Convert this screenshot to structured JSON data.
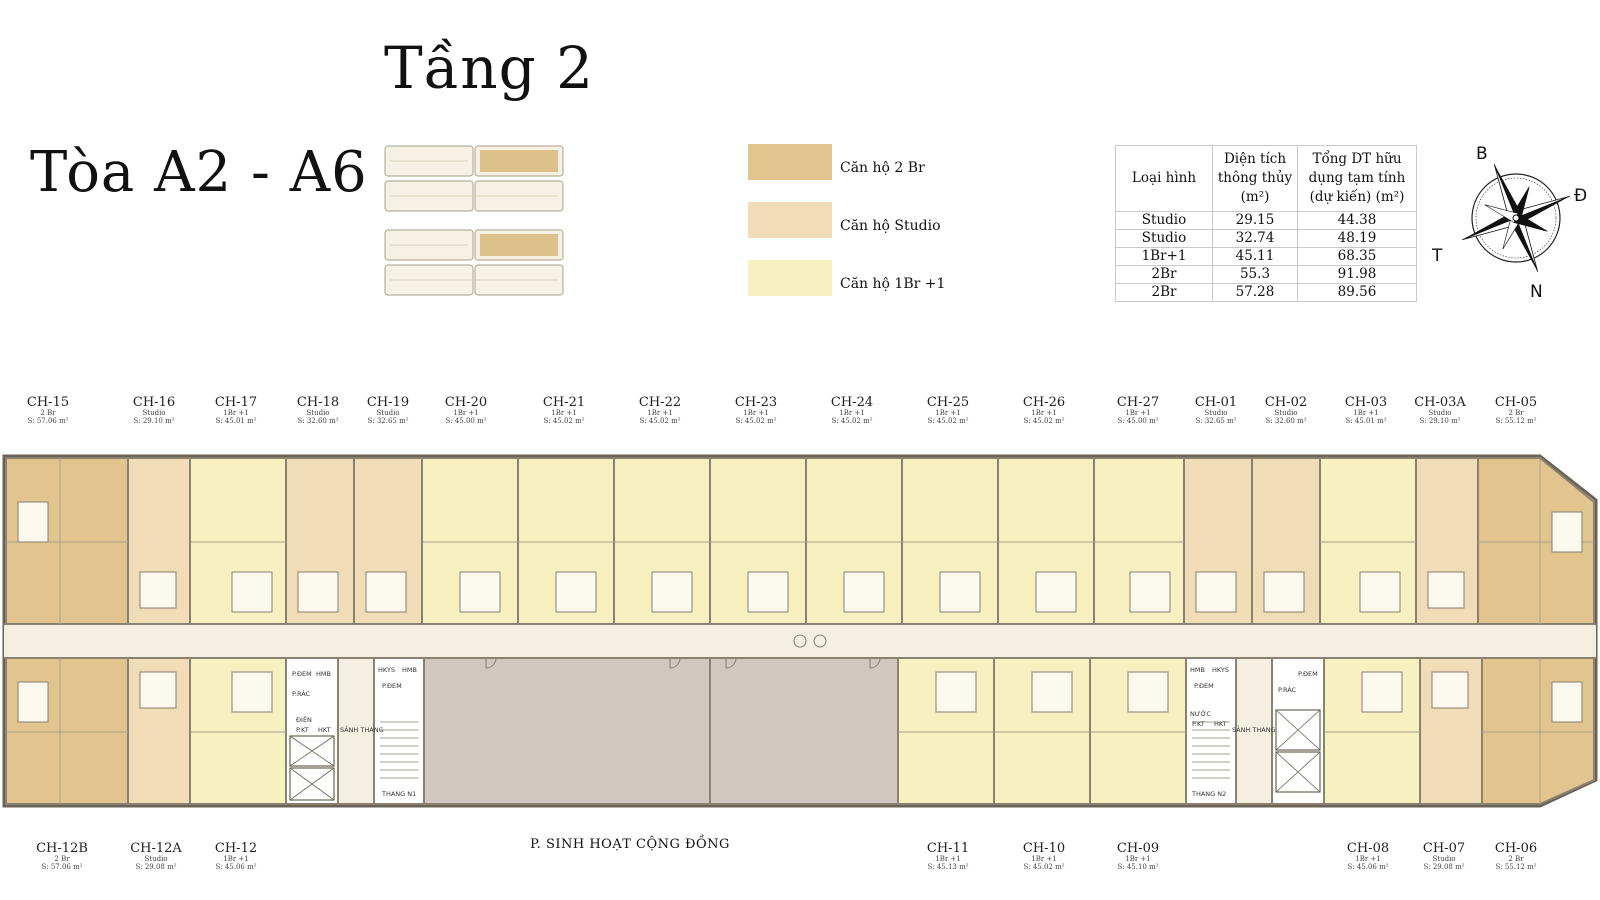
{
  "floor_title": "Tầng 2",
  "tower_title": "Tòa A2 - A6",
  "colors": {
    "br2": "#e2c48e",
    "studio": "#f0dcb6",
    "br1": "#f7f0c0",
    "corridor": "#f4efe0",
    "community": "#d2c8c2",
    "wall": "#6b6356"
  },
  "legend": [
    {
      "label": "Căn hộ 2 Br",
      "color": "#e2c48e"
    },
    {
      "label": "Căn hộ Studio",
      "color": "#f0dcb6"
    },
    {
      "label": "Căn hộ 1Br +1",
      "color": "#f7f0c0"
    }
  ],
  "area_table": {
    "headers": [
      "Loại hình",
      "Diện tích thông thủy (m²)",
      "Tổng DT hữu dụng tạm tính (dự kiến) (m²)"
    ],
    "rows": [
      [
        "Studio",
        "29.15",
        "44.38"
      ],
      [
        "Studio",
        "32.74",
        "48.19"
      ],
      [
        "1Br+1",
        "45.11",
        "68.35"
      ],
      [
        "2Br",
        "55.3",
        "91.98"
      ],
      [
        "2Br",
        "57.28",
        "89.56"
      ]
    ]
  },
  "compass": {
    "north": "B",
    "east": "Đ",
    "west": "T",
    "south": "N"
  },
  "top_units": [
    {
      "code": "CH-15",
      "type": "2 Br",
      "area": "S: 57.06 m²"
    },
    {
      "code": "CH-16",
      "type": "Studio",
      "area": "S: 29.10 m²"
    },
    {
      "code": "CH-17",
      "type": "1Br +1",
      "area": "S: 45.01 m²"
    },
    {
      "code": "CH-18",
      "type": "Studio",
      "area": "S: 32.60 m²"
    },
    {
      "code": "CH-19",
      "type": "Studio",
      "area": "S: 32.65 m²"
    },
    {
      "code": "CH-20",
      "type": "1Br +1",
      "area": "S: 45.00 m²"
    },
    {
      "code": "CH-21",
      "type": "1Br +1",
      "area": "S: 45.02 m²"
    },
    {
      "code": "CH-22",
      "type": "1Br +1",
      "area": "S: 45.02 m²"
    },
    {
      "code": "CH-23",
      "type": "1Br +1",
      "area": "S: 45.02 m²"
    },
    {
      "code": "CH-24",
      "type": "1Br +1",
      "area": "S: 45.02 m²"
    },
    {
      "code": "CH-25",
      "type": "1Br +1",
      "area": "S: 45.02 m²"
    },
    {
      "code": "CH-26",
      "type": "1Br +1",
      "area": "S: 45.02 m²"
    },
    {
      "code": "CH-27",
      "type": "1Br +1",
      "area": "S: 45.00 m²"
    },
    {
      "code": "CH-01",
      "type": "Studio",
      "area": "S: 32.65 m²"
    },
    {
      "code": "CH-02",
      "type": "Studio",
      "area": "S: 32.60 m²"
    },
    {
      "code": "CH-03",
      "type": "1Br +1",
      "area": "S: 45.01 m²"
    },
    {
      "code": "CH-03A",
      "type": "Studio",
      "area": "S: 29.10 m²"
    },
    {
      "code": "CH-05",
      "type": "2 Br",
      "area": "S: 55.12 m²"
    }
  ],
  "bottom_units": [
    {
      "code": "CH-12B",
      "type": "2 Br",
      "area": "S: 57.06 m²"
    },
    {
      "code": "CH-12A",
      "type": "Studio",
      "area": "S: 29.08 m²"
    },
    {
      "code": "CH-12",
      "type": "1Br +1",
      "area": "S: 45.06 m²"
    },
    {
      "code": "CH-11",
      "type": "1Br +1",
      "area": "S: 45.13 m²"
    },
    {
      "code": "CH-10",
      "type": "1Br +1",
      "area": "S: 45.02 m²"
    },
    {
      "code": "CH-09",
      "type": "1Br +1",
      "area": "S: 45.10 m²"
    },
    {
      "code": "CH-08",
      "type": "1Br +1",
      "area": "S: 45.06 m²"
    },
    {
      "code": "CH-07",
      "type": "Studio",
      "area": "S: 29.08 m²"
    },
    {
      "code": "CH-06",
      "type": "2 Br",
      "area": "S: 55.12 m²"
    }
  ],
  "community_label": "P. SINH HOẠT CỘNG ĐỒNG",
  "service_labels": {
    "hkt": "HKT",
    "hmb": "HMB",
    "hkys": "HKYS",
    "p_dem": "P.ĐEM",
    "p_rac": "P.RÁC",
    "dien": "ĐIỆN",
    "p_kt": "P.KT",
    "nuoc": "NƯỚC",
    "sanh_thang": "SẢNH THANG",
    "thang_n1": "THANG N1",
    "thang_n2": "THANG N2"
  }
}
